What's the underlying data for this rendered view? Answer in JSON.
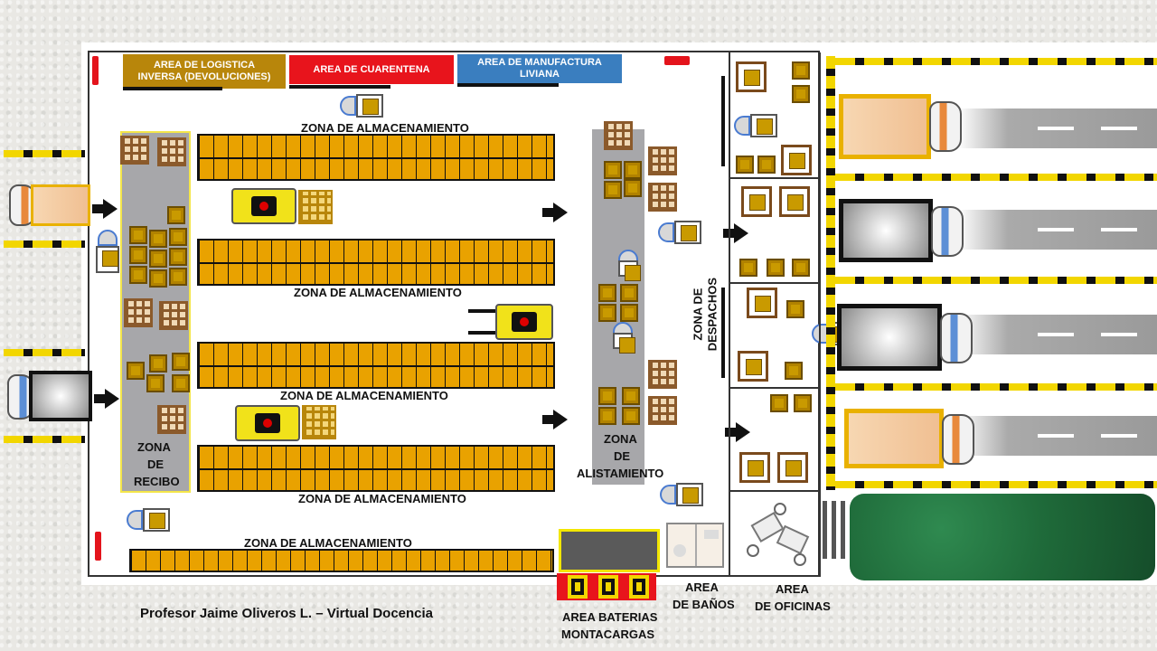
{
  "labels": {
    "area_logistica": "AREA DE LOGISTICA INVERSA (DEVOLUCIONES)",
    "area_cuarentena": "AREA DE CUARENTENA",
    "area_manufactura": "AREA DE MANUFACTURA LIVIANA",
    "zona_almac_1": "ZONA DE ALMACENAMIENTO",
    "zona_almac_2": "ZONA DE ALMACENAMIENTO",
    "zona_almac_3": "ZONA DE ALMACENAMIENTO",
    "zona_almac_4": "ZONA DE ALMACENAMIENTO",
    "zona_almac_5": "ZONA DE ALMACENAMIENTO",
    "zona_recibo_1": "ZONA",
    "zona_recibo_2": "DE",
    "zona_recibo_3": "RECIBO",
    "zona_alist_1": "ZONA",
    "zona_alist_2": "DE",
    "zona_alist_3": "ALISTAMIENTO",
    "zona_despachos": "ZONA DE DESPACHOS",
    "area_baterias_1": "AREA BATERIAS",
    "area_baterias_2": "MONTACARGAS",
    "area_banos_1": "AREA",
    "area_banos_2": "DE BAÑOS",
    "area_oficinas_1": "AREA",
    "area_oficinas_2": "DE OFICINAS",
    "credit": "Profesor Jaime Oliveros L. – Virtual Docencia"
  },
  "colors": {
    "logistica": "#b8860b",
    "cuarentena": "#e8141c",
    "manufactura": "#3a7ebf",
    "rack": "#e9a200",
    "zone": "#a7a7aa",
    "lawn": "#1f6b3a"
  }
}
